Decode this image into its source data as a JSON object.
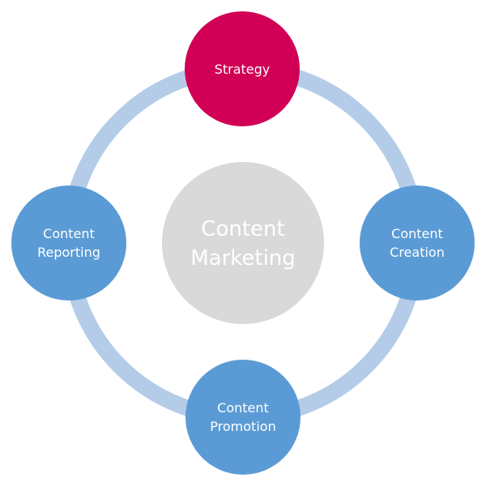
{
  "diagram": {
    "title": "Content Marketing cycle",
    "center": {
      "lines": [
        "Content",
        "Marketing"
      ],
      "color": "#d9d9d9"
    },
    "ring_color": "#b4cce8",
    "nodes": [
      {
        "id": "strategy",
        "lines": [
          "Strategy"
        ],
        "color": "#d10056"
      },
      {
        "id": "content-creation",
        "lines": [
          "Content",
          "Creation"
        ],
        "color": "#5b9bd5"
      },
      {
        "id": "content-promotion",
        "lines": [
          "Content",
          "Promotion"
        ],
        "color": "#5b9bd5"
      },
      {
        "id": "content-reporting",
        "lines": [
          "Content",
          "Reporting"
        ],
        "color": "#5b9bd5"
      }
    ]
  }
}
